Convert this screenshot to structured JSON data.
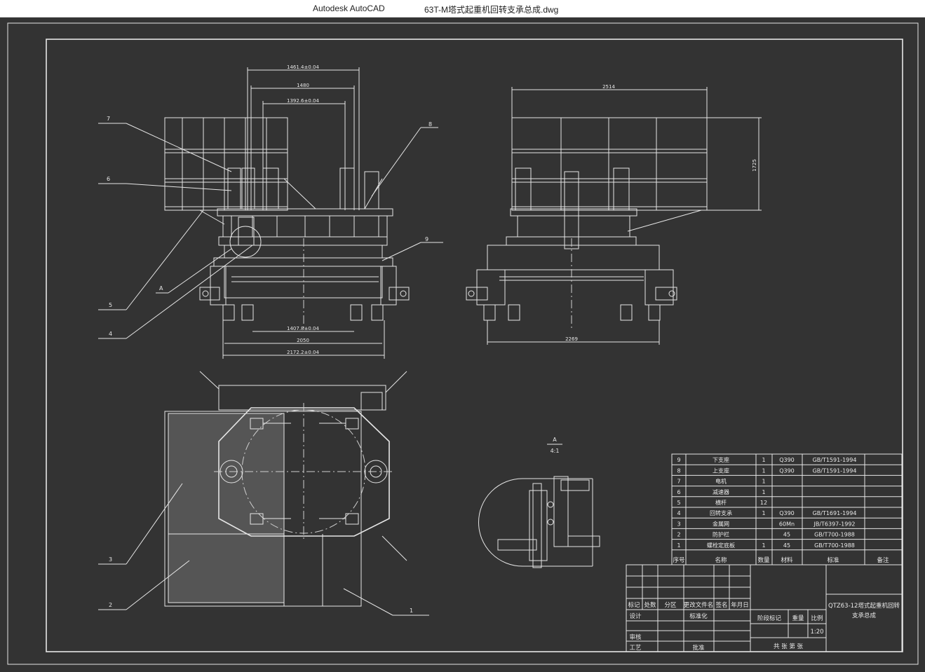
{
  "window": {
    "app_name": "Autodesk AutoCAD",
    "document_title": "63T-M塔式起重机回转支承总成.dwg"
  },
  "dimensions": {
    "d1": "1461.4±0.04",
    "d2": "1480",
    "d3": "1392.6±0.04",
    "d4": "1407.8±0.04",
    "d5": "2050",
    "d6": "2172.2±0.04",
    "d7": "2514",
    "d8": "1725",
    "d9": "2269"
  },
  "callouts": [
    "7",
    "6",
    "8",
    "9",
    "A",
    "5",
    "4",
    "3",
    "2",
    "1"
  ],
  "detail_view": {
    "label": "A",
    "scale": "4:1"
  },
  "parts_list": {
    "headers": [
      "序号",
      "名称",
      "数量",
      "材料",
      "标准",
      "备注"
    ],
    "rows": [
      {
        "no": "9",
        "name": "下支座",
        "qty": "1",
        "material": "Q390",
        "standard": "GB/T1591-1994"
      },
      {
        "no": "8",
        "name": "上支座",
        "qty": "1",
        "material": "Q390",
        "standard": "GB/T1591-1994"
      },
      {
        "no": "7",
        "name": "电机",
        "qty": "1",
        "material": "",
        "standard": ""
      },
      {
        "no": "6",
        "name": "减速器",
        "qty": "1",
        "material": "",
        "standard": ""
      },
      {
        "no": "5",
        "name": "横杆",
        "qty": "12",
        "material": "",
        "standard": ""
      },
      {
        "no": "4",
        "name": "回转支承",
        "qty": "1",
        "material": "Q390",
        "standard": "GB/T1691-1994"
      },
      {
        "no": "3",
        "name": "金属网",
        "qty": "",
        "material": "60Mn",
        "standard": "JB/T6397-1992"
      },
      {
        "no": "2",
        "name": "防护栏",
        "qty": "",
        "material": "45",
        "standard": "GB/T700-1988"
      },
      {
        "no": "1",
        "name": "螺栓定底板",
        "qty": "1",
        "material": "45",
        "standard": "GB/T700-1988"
      }
    ]
  },
  "title_block": {
    "labels": [
      "标记",
      "处数",
      "分区",
      "更改文件名",
      "签名",
      "年月日"
    ],
    "design": "设计",
    "standardization": "标准化",
    "review": "审核",
    "process": "工艺",
    "approve": "批准",
    "stage_mark": "阶段标记",
    "weight": "重量",
    "ratio": "比例",
    "scale_value": "1:20",
    "sheets": "共   张   第   张",
    "drawing_title_line1": "QTZ63-12塔式起重机回转",
    "drawing_title_line2": "支承总成"
  },
  "colors": {
    "background": "#333333",
    "linework": "#e6e6e6",
    "titlebar": "#ffffff"
  }
}
